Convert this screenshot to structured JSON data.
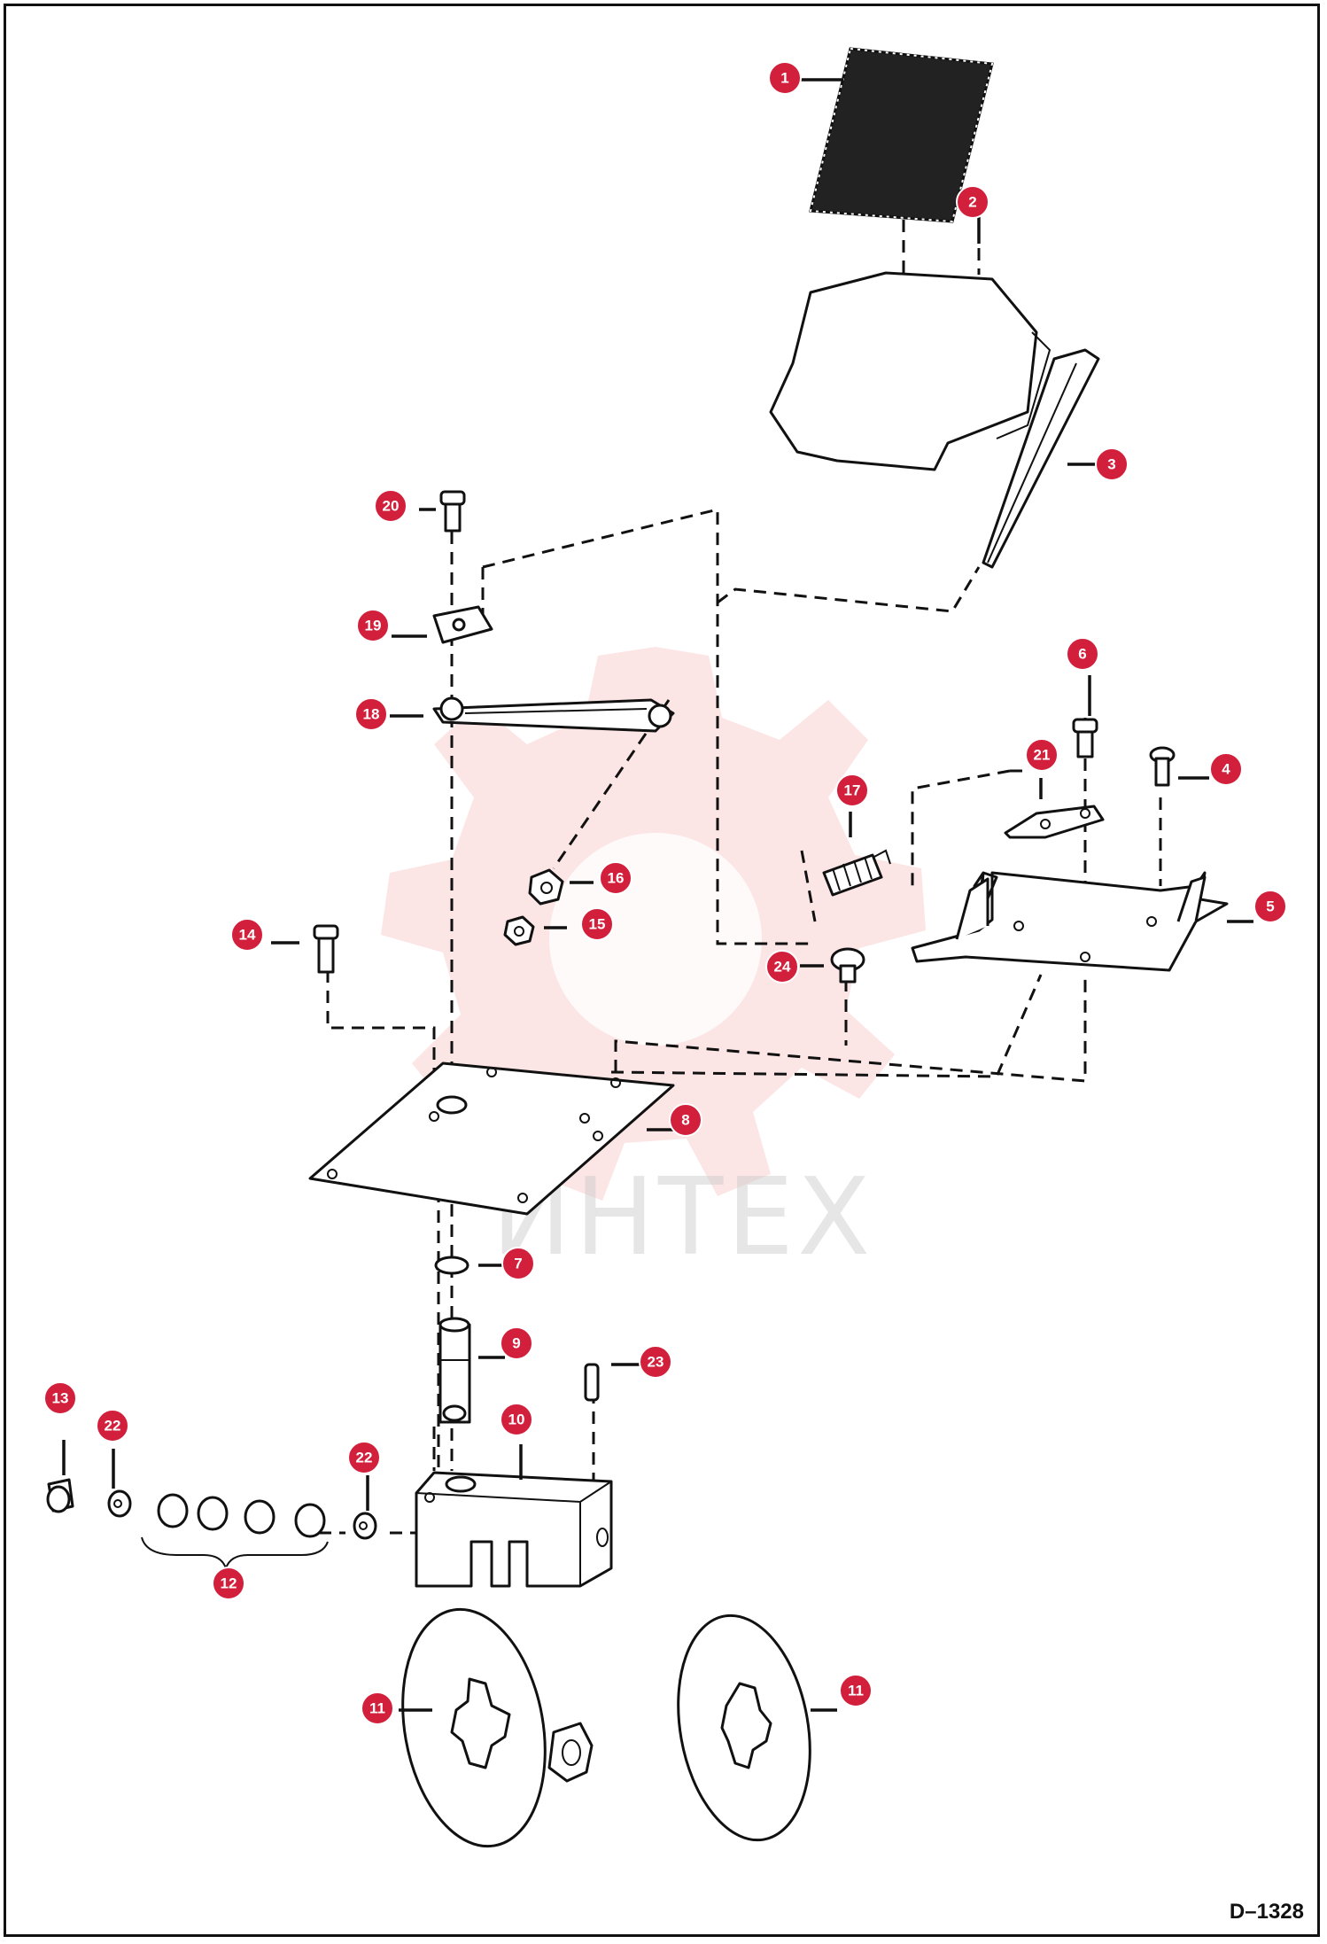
{
  "drawing_code": "D–1328",
  "watermark_text": "ИНТЕХ",
  "callouts": [
    "1",
    "2",
    "3",
    "4",
    "5",
    "6",
    "7",
    "8",
    "9",
    "10",
    "11",
    "11",
    "12",
    "13",
    "14",
    "15",
    "16",
    "17",
    "18",
    "19",
    "20",
    "21",
    "22",
    "22",
    "23",
    "24"
  ],
  "colors": {
    "callout": "#d21f3c",
    "line": "#111111",
    "watermark": "#f5b5b5"
  }
}
